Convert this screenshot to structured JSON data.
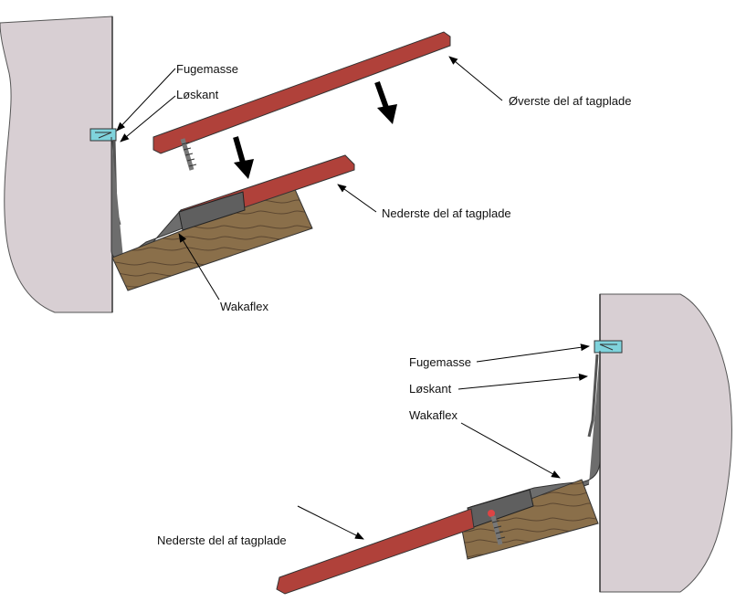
{
  "top_diagram": {
    "labels": {
      "sealant": "Fugemasse",
      "loose_flange": "Løskant",
      "upper_roof_sheet": "Øverste del af tagplade",
      "lower_roof_sheet": "Nederste del af tagplade",
      "flashing": "Wakaflex"
    }
  },
  "bottom_diagram": {
    "labels": {
      "sealant": "Fugemasse",
      "loose_flange": "Løskant",
      "flashing": "Wakaflex",
      "lower_roof_sheet": "Nederste del af tagplade"
    }
  },
  "colors": {
    "wall": "#d8cfd3",
    "roof_sheet": "#b0413a",
    "timber": "#8a6f4a",
    "flashing": "#6d6d6d",
    "sealant": "#7fd3dc",
    "text": "#111111"
  }
}
